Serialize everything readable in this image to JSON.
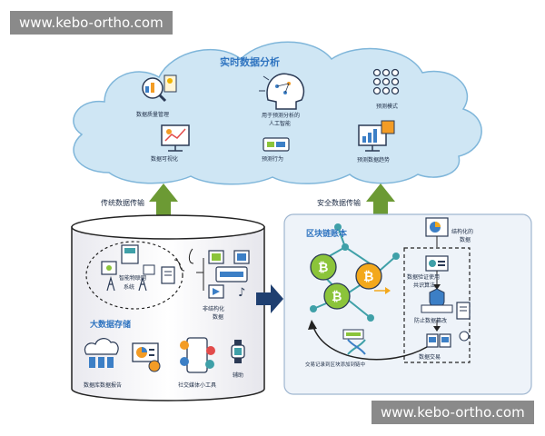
{
  "watermark_top": "www.kebo-ortho.com",
  "watermark_bottom": "www.kebo-ortho.com",
  "cloud": {
    "title": "实时数据分析",
    "items": {
      "data_quality": "数据质量管理",
      "visualization": "数据可视化",
      "ai_line1": "用于预测分析的",
      "ai_line2": "人工智能",
      "predict_behavior": "预测行为",
      "predict_mode": "预测模式",
      "predict_trend": "预测数据趋势"
    }
  },
  "arrows": {
    "traditional": "传统数据传输",
    "secure": "安全数据传输"
  },
  "bigdata": {
    "title": "大数据存储",
    "iot": "智能物联网",
    "system": "系统",
    "unstructured_line1": "非结构化",
    "unstructured_line2": "数据",
    "db_report": "数据库数据报告",
    "social": "社交媒体小工具",
    "assist": "辅助"
  },
  "blockchain": {
    "title": "区块链账本",
    "structured_line1": "结构化的",
    "structured_line2": "数据",
    "verify_line1": "数据验证使用",
    "verify_line2": "共识算法",
    "tamper": "防止数据篡改",
    "trade": "数据交易",
    "tx_added": "交易记录到区块添加到链中"
  },
  "colors": {
    "cloud_fill": "#cfe6f4",
    "cloud_stroke": "#7fb6da",
    "up_arrow": "#6c9a34",
    "right_arrow": "#1f3f70",
    "title_blue": "#2f74c0",
    "btc_orange": "#f3a81c",
    "btc_green": "#8bc43a",
    "node_teal": "#3fa0a8"
  }
}
